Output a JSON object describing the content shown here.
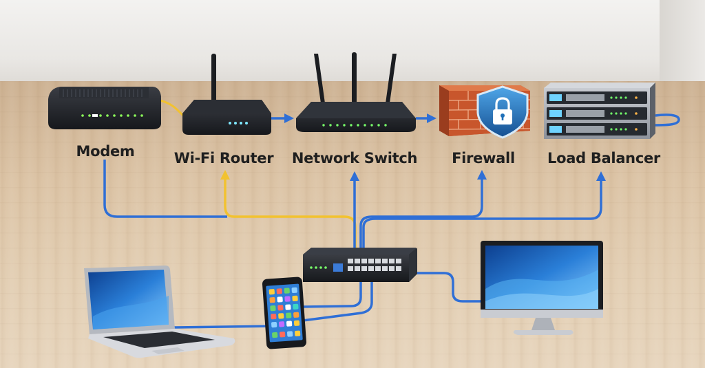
{
  "nodes": {
    "modem": {
      "label": "Modem"
    },
    "router": {
      "label": "Wi-Fi Router"
    },
    "switch": {
      "label": "Network Switch"
    },
    "firewall": {
      "label": "Firewall"
    },
    "load_balancer": {
      "label": "Load Balancer"
    }
  },
  "colors": {
    "cable_blue": "#2f6fd6",
    "cable_yellow": "#f2c230",
    "firewall_brick": "#c8562c",
    "shield": "#1e6fb8",
    "screen_blue": "#2a7fd8"
  },
  "icons": [
    "modem-icon",
    "router-icon",
    "network-switch-icon",
    "firewall-icon",
    "load-balancer-icon",
    "hub-switch-icon",
    "laptop-icon",
    "smartphone-icon",
    "monitor-icon",
    "lock-icon"
  ]
}
